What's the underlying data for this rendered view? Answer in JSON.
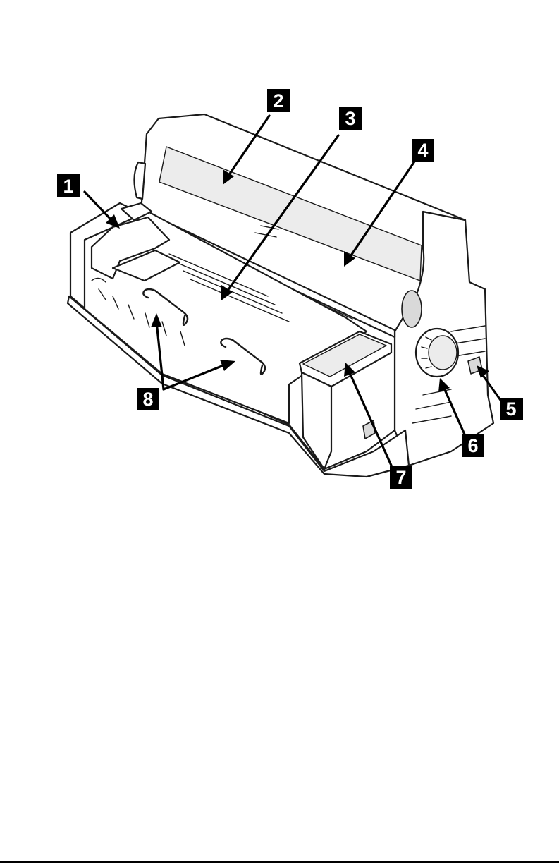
{
  "callouts": [
    {
      "id": "1",
      "label": "1"
    },
    {
      "id": "2",
      "label": "2"
    },
    {
      "id": "3",
      "label": "3"
    },
    {
      "id": "4",
      "label": "4"
    },
    {
      "id": "5",
      "label": "5"
    },
    {
      "id": "6",
      "label": "6"
    },
    {
      "id": "7",
      "label": "7"
    },
    {
      "id": "8",
      "label": "8"
    }
  ],
  "colors": {
    "ink": "#000000",
    "body_fill": "#ffffff",
    "shade": "#d9d9d9"
  },
  "icons": {
    "illustration": "printer-illustration"
  }
}
